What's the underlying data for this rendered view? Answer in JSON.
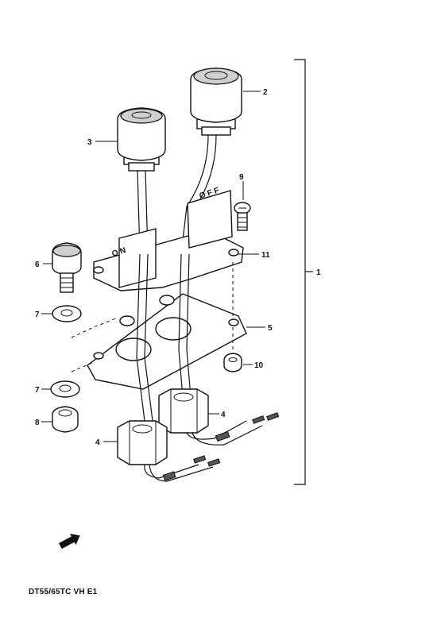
{
  "callouts": {
    "c1": "1",
    "c2": "2",
    "c3": "3",
    "c4a": "4",
    "c4b": "4",
    "c5": "5",
    "c6": "6",
    "c7a": "7",
    "c7b": "7",
    "c8": "8",
    "c9": "9",
    "c10": "10",
    "c11": "11"
  },
  "footer": {
    "code": "DT55/65TC VH E1"
  },
  "icons": {
    "fwd_arrow": "fwd-arrow-icon"
  }
}
